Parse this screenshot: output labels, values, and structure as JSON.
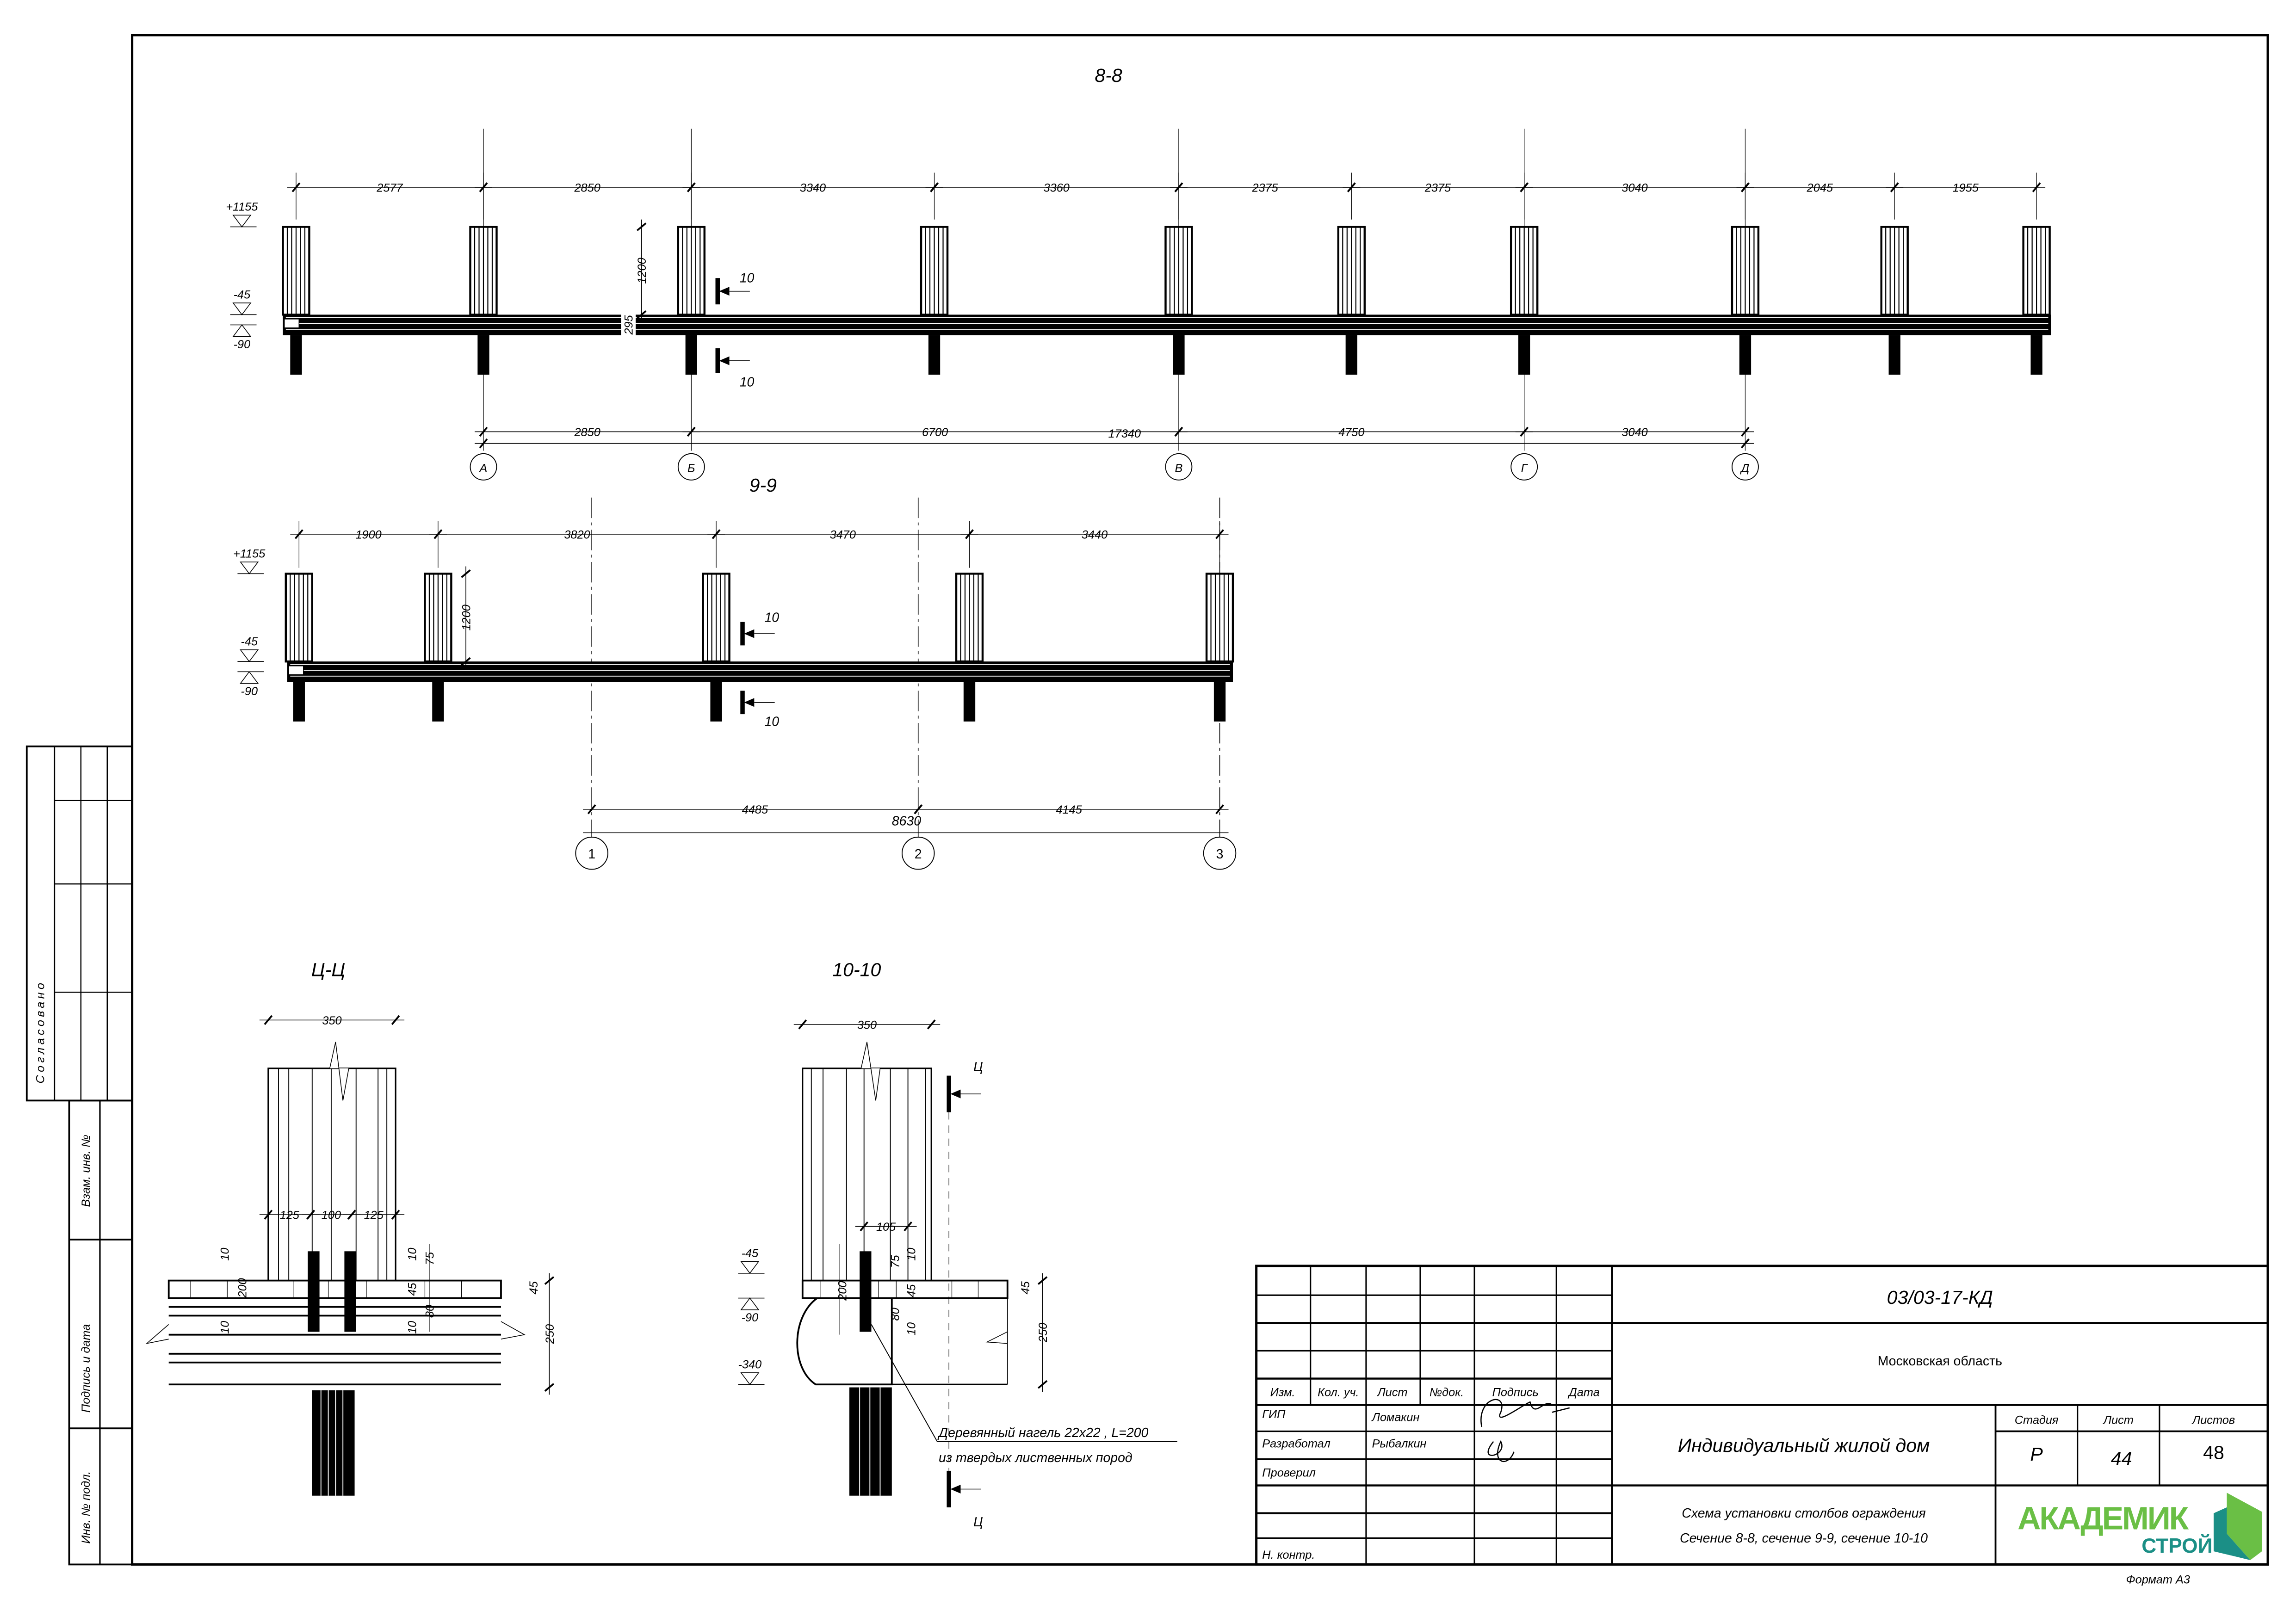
{
  "colors": {
    "ink": "#000000",
    "logo_green": "#6abf45",
    "logo_teal": "#1b8f86"
  },
  "section_8_8": {
    "title": "8-8",
    "top_dims": [
      "2577",
      "2850",
      "3340",
      "3360",
      "2375",
      "2375",
      "3040",
      "2045",
      "1955"
    ],
    "axis_dims": [
      "2850",
      "6700",
      "4750",
      "3040"
    ],
    "overall_dim": "17340",
    "axes": [
      "А",
      "Б",
      "В",
      "Г",
      "Д"
    ],
    "levels": [
      "+1155",
      "-45",
      "-90"
    ],
    "height_dim": "1200",
    "beam_dim": "295",
    "cut_label": "10"
  },
  "section_9_9": {
    "title": "9-9",
    "top_dims": [
      "1900",
      "3820",
      "3470",
      "3440"
    ],
    "axis_dims": [
      "4485",
      "4145"
    ],
    "overall_dim": "8630",
    "axes": [
      "1",
      "2",
      "3"
    ],
    "levels": [
      "+1155",
      "-45",
      "-90"
    ],
    "height_dim": "1200",
    "cut_label": "10"
  },
  "detail_ts": {
    "title": "Ц-Ц",
    "width_dim": "350",
    "spacing": [
      "125",
      "100",
      "125"
    ],
    "left_dims": [
      "10",
      "200",
      "10"
    ],
    "mid_dims": [
      "10",
      "75",
      "45",
      "80",
      "10"
    ],
    "right_dims": [
      "45",
      "250"
    ]
  },
  "detail_10": {
    "title": "10-10",
    "width_dim": "350",
    "offset_dim": "105",
    "left_dims": [
      "200"
    ],
    "mid_dims": [
      "10",
      "75",
      "45",
      "80",
      "10"
    ],
    "right_dims": [
      "45",
      "250"
    ],
    "levels": [
      "-45",
      "-90",
      "-340"
    ],
    "cut_label": "Ц",
    "note_line1": "Деревянный нагель 22х22 , L=200",
    "note_line2": "из твердых лиственных пород"
  },
  "side_stamp": {
    "agreed": "Согласовано",
    "replace_inv": "Взам. инв. №",
    "sign_date": "Подпись и дата",
    "inv_orig": "Инв. № подл."
  },
  "title_block": {
    "doc_code": "03/03-17-КД",
    "region": "Московская область",
    "object": "Индивидуальный жилой дом",
    "sheet_title_1": "Схема установки столбов ограждения",
    "sheet_title_2": "Сечение 8-8, сечение 9-9, сечение 10-10",
    "headers": [
      "Изм.",
      "Кол. уч.",
      "Лист",
      "№док.",
      "Подпись",
      "Дата"
    ],
    "roles": [
      "ГИП",
      "Разработал",
      "Проверил",
      "Н. контр."
    ],
    "names": [
      "Ломакин",
      "Рыбалкин"
    ],
    "stage_label": "Стадия",
    "sheet_label": "Лист",
    "sheets_label": "Листов",
    "stage": "Р",
    "sheet": "44",
    "sheets": "48",
    "logo_main": "АКАДЕМИК",
    "logo_sub": "СТРОЙ",
    "format": "Формат А3"
  }
}
